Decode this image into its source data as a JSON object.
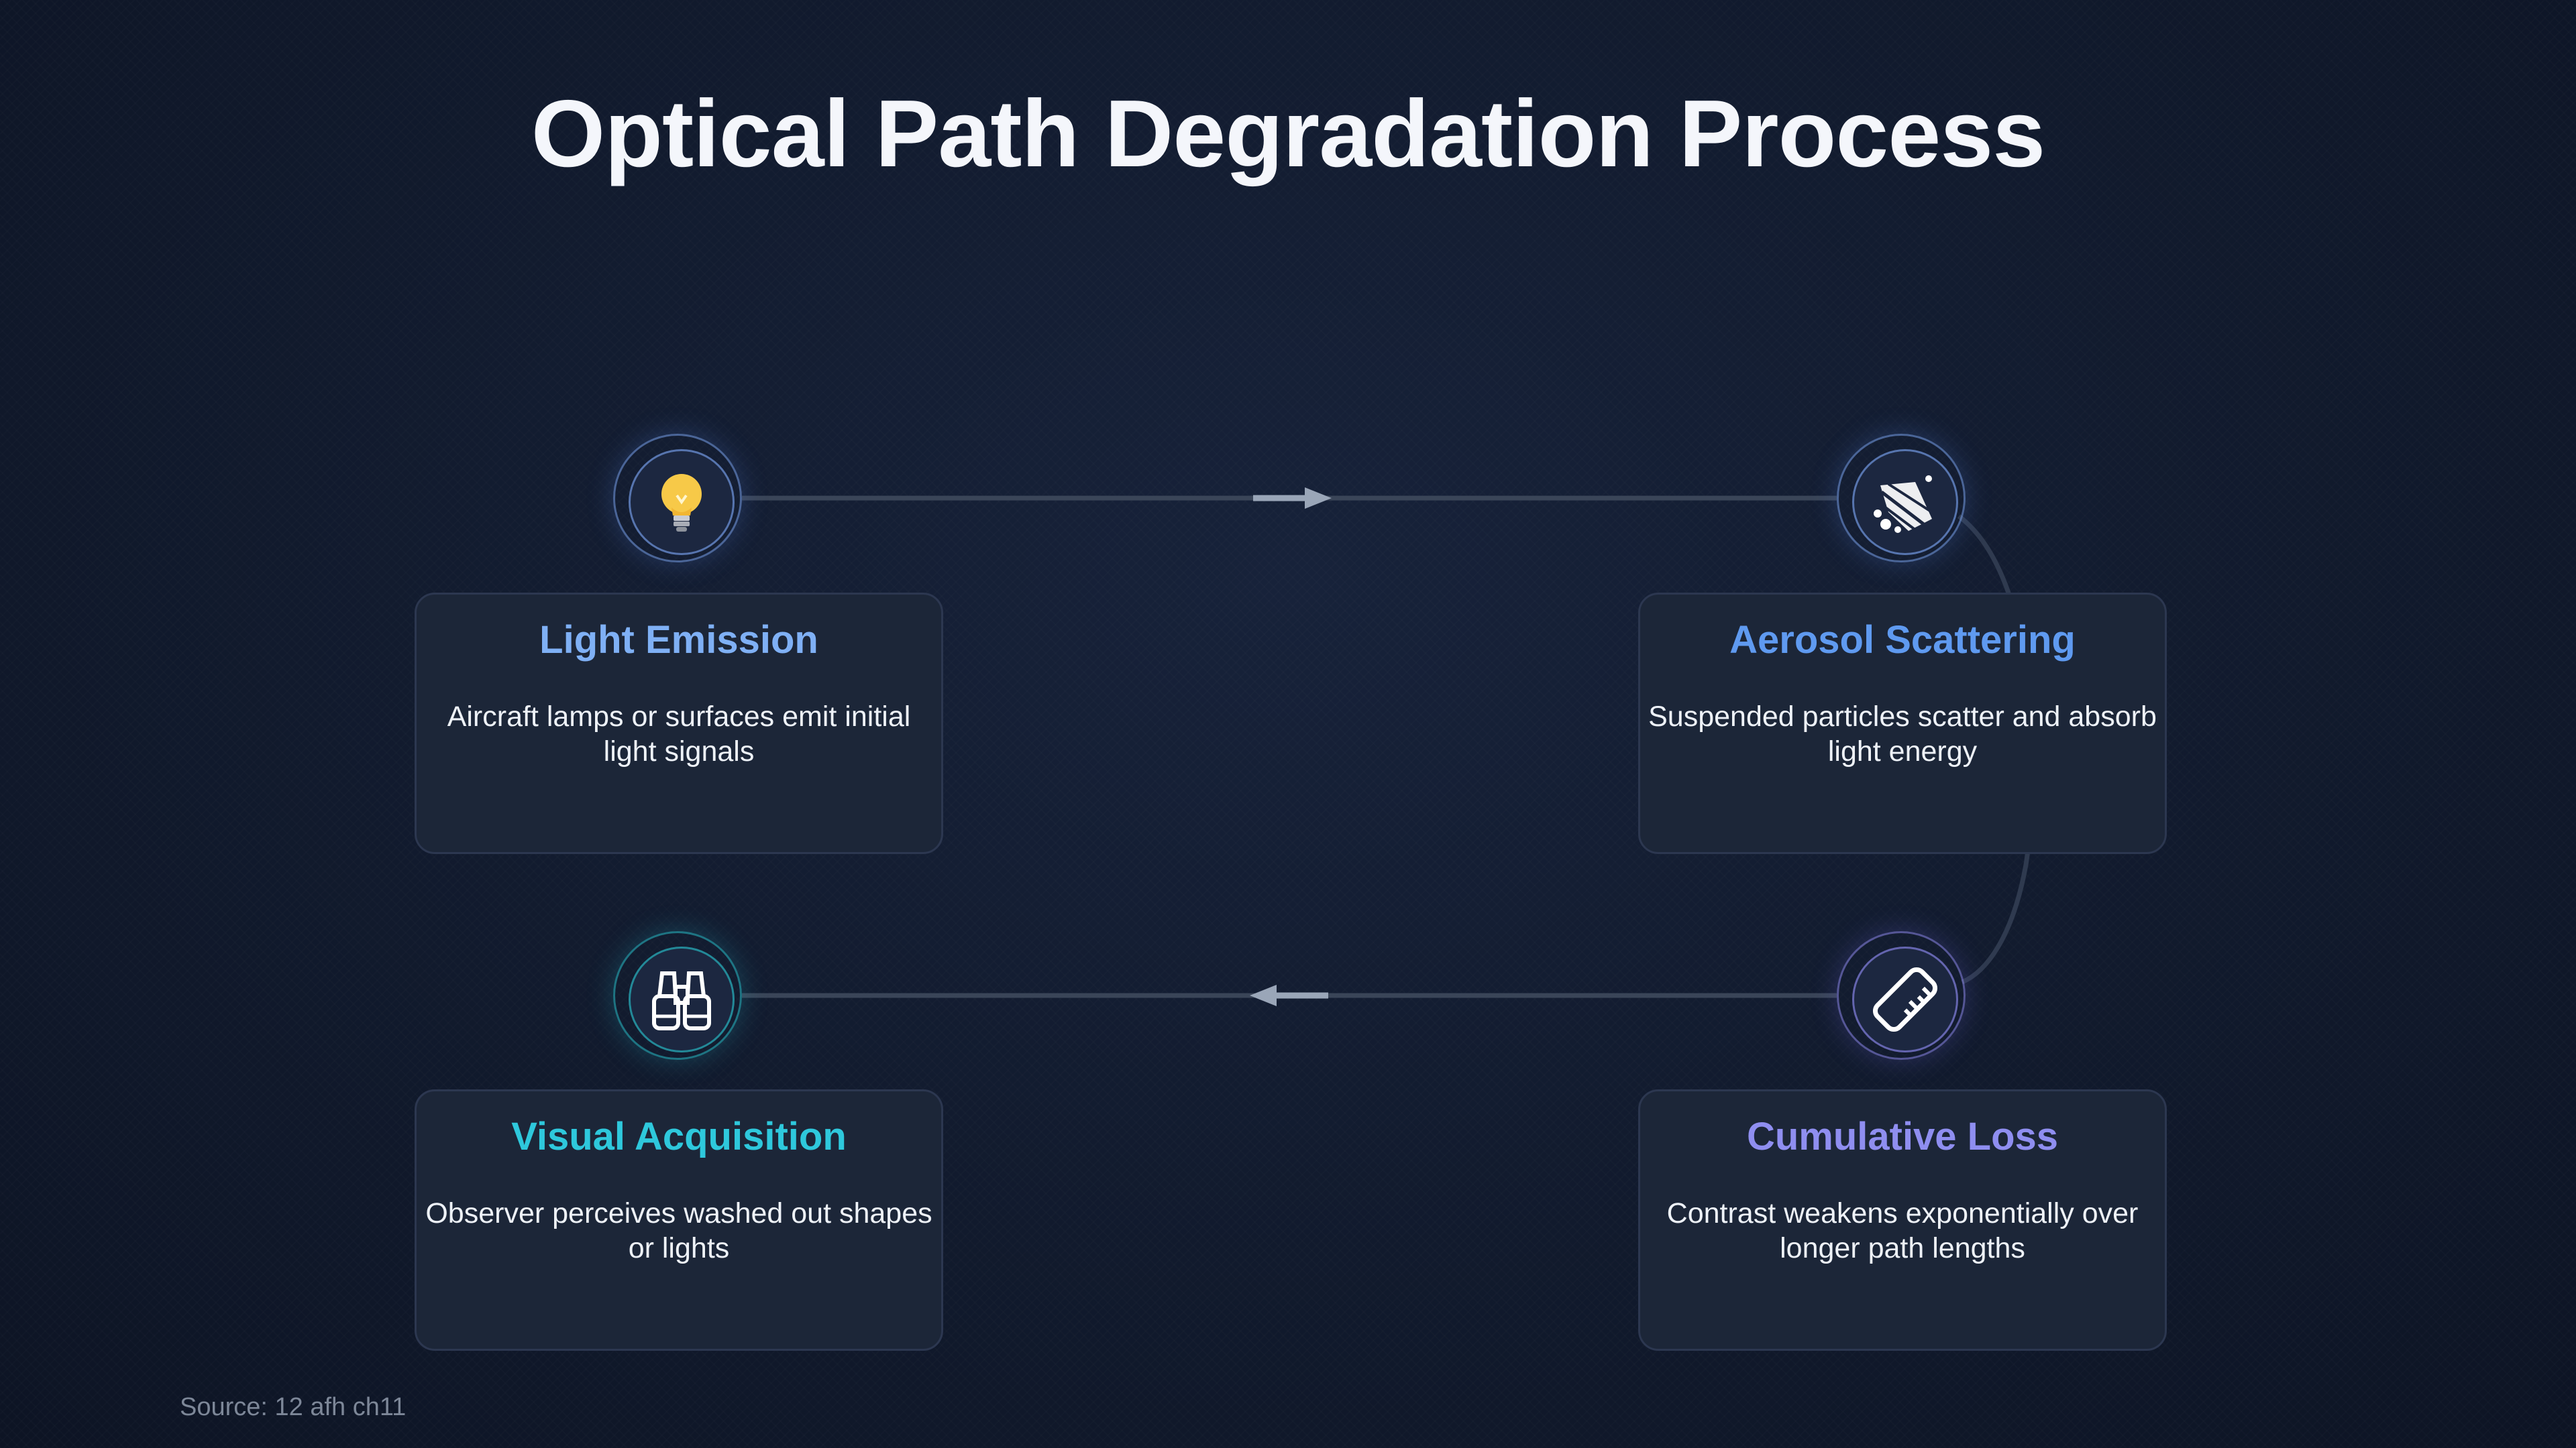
{
  "title": "Optical Path Degradation Process",
  "steps": [
    {
      "title": "Light Emission",
      "description": "Aircraft lamps or surfaces emit initial light signals",
      "icon": "lightbulb-icon",
      "color": "#7fb0f5"
    },
    {
      "title": "Aerosol Scattering",
      "description": "Suspended particles scatter and absorb light energy",
      "icon": "scattering-particles-icon",
      "color": "#5f9af0"
    },
    {
      "title": "Cumulative Loss",
      "description": "Contrast weakens exponentially over longer path lengths",
      "icon": "ruler-icon",
      "color": "#8f8ef0"
    },
    {
      "title": "Visual Acquisition",
      "description": "Observer perceives washed out shapes or lights",
      "icon": "binoculars-icon",
      "color": "#2ec8dc"
    }
  ],
  "source": "Source: 12 afh ch11"
}
